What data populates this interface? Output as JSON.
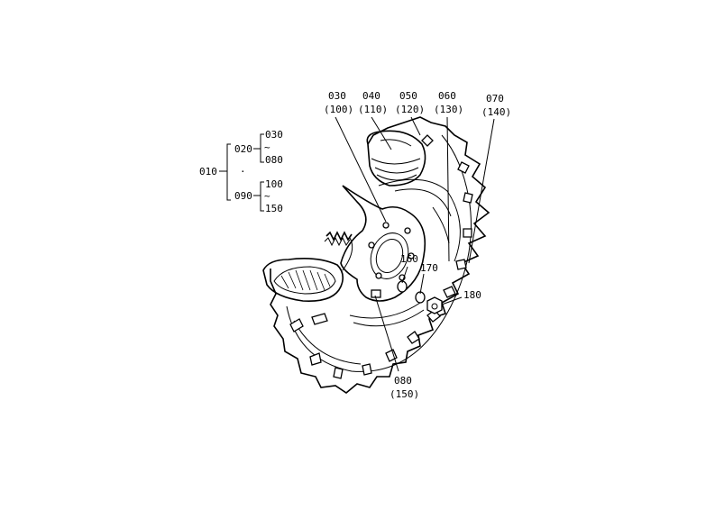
{
  "tree": {
    "root": "010",
    "group_a": {
      "code": "020",
      "from": "030",
      "sep": "~",
      "to": "080"
    },
    "dot": "·",
    "group_b": {
      "code": "090",
      "from": "100",
      "sep": "~",
      "to": "150"
    }
  },
  "callouts": {
    "c030": {
      "main": "030",
      "alt": "(100)"
    },
    "c040": {
      "main": "040",
      "alt": "(110)"
    },
    "c050": {
      "main": "050",
      "alt": "(120)"
    },
    "c060": {
      "main": "060",
      "alt": "(130)"
    },
    "c070": {
      "main": "070",
      "alt": "(140)"
    },
    "c080": {
      "main": "080",
      "alt": "(150)"
    },
    "c160": {
      "main": "160"
    },
    "c170": {
      "main": "170"
    },
    "c180": {
      "main": "180"
    }
  }
}
